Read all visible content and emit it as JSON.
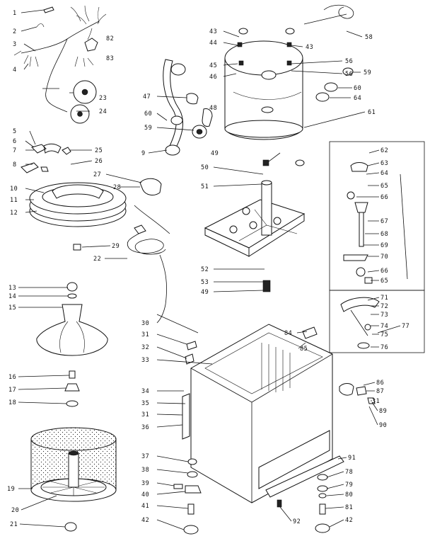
{
  "diagram": {
    "callouts": [
      {
        "id": "c1",
        "text": "1"
      },
      {
        "id": "c2",
        "text": "2"
      },
      {
        "id": "c3",
        "text": "3"
      },
      {
        "id": "c4",
        "text": "4"
      },
      {
        "id": "c5",
        "text": "5"
      },
      {
        "id": "c6",
        "text": "6"
      },
      {
        "id": "c7",
        "text": "7"
      },
      {
        "id": "c8",
        "text": "8"
      },
      {
        "id": "c9",
        "text": "9"
      },
      {
        "id": "c10",
        "text": "10"
      },
      {
        "id": "c11",
        "text": "11"
      },
      {
        "id": "c12",
        "text": "12"
      },
      {
        "id": "c13",
        "text": "13"
      },
      {
        "id": "c14",
        "text": "14"
      },
      {
        "id": "c15",
        "text": "15"
      },
      {
        "id": "c16",
        "text": "16"
      },
      {
        "id": "c17",
        "text": "17"
      },
      {
        "id": "c18",
        "text": "18"
      },
      {
        "id": "c19",
        "text": "19"
      },
      {
        "id": "c20",
        "text": "20"
      },
      {
        "id": "c21",
        "text": "21"
      },
      {
        "id": "c22",
        "text": "22"
      },
      {
        "id": "c23",
        "text": "23"
      },
      {
        "id": "c24",
        "text": "24"
      },
      {
        "id": "c25",
        "text": "25"
      },
      {
        "id": "c26",
        "text": "26"
      },
      {
        "id": "c27",
        "text": "27"
      },
      {
        "id": "c28",
        "text": "28"
      },
      {
        "id": "c29",
        "text": "29"
      },
      {
        "id": "c30",
        "text": "30"
      },
      {
        "id": "c31",
        "text": "31"
      },
      {
        "id": "c32",
        "text": "32"
      },
      {
        "id": "c33",
        "text": "33"
      },
      {
        "id": "c34",
        "text": "34"
      },
      {
        "id": "c35",
        "text": "35"
      },
      {
        "id": "c36",
        "text": "36"
      },
      {
        "id": "c37",
        "text": "37"
      },
      {
        "id": "c38",
        "text": "38"
      },
      {
        "id": "c39",
        "text": "39"
      },
      {
        "id": "c40",
        "text": "40"
      },
      {
        "id": "c41",
        "text": "41"
      },
      {
        "id": "c42",
        "text": "42"
      },
      {
        "id": "c43",
        "text": "43"
      },
      {
        "id": "c44",
        "text": "44"
      },
      {
        "id": "c45",
        "text": "45"
      },
      {
        "id": "c46",
        "text": "46"
      },
      {
        "id": "c47",
        "text": "47"
      },
      {
        "id": "c48",
        "text": "48"
      },
      {
        "id": "c49",
        "text": "49"
      },
      {
        "id": "c50",
        "text": "50"
      },
      {
        "id": "c51",
        "text": "51"
      },
      {
        "id": "c52",
        "text": "52"
      },
      {
        "id": "c53",
        "text": "53"
      },
      {
        "id": "c56",
        "text": "56"
      },
      {
        "id": "c58",
        "text": "58"
      },
      {
        "id": "c59",
        "text": "59"
      },
      {
        "id": "c60",
        "text": "60"
      },
      {
        "id": "c61",
        "text": "61"
      },
      {
        "id": "c62",
        "text": "62"
      },
      {
        "id": "c63",
        "text": "63"
      },
      {
        "id": "c64",
        "text": "64"
      },
      {
        "id": "c65",
        "text": "65"
      },
      {
        "id": "c66",
        "text": "66"
      },
      {
        "id": "c67",
        "text": "67"
      },
      {
        "id": "c68",
        "text": "68"
      },
      {
        "id": "c69",
        "text": "69"
      },
      {
        "id": "c70",
        "text": "70"
      },
      {
        "id": "c71",
        "text": "71"
      },
      {
        "id": "c72",
        "text": "72"
      },
      {
        "id": "c73",
        "text": "73"
      },
      {
        "id": "c74",
        "text": "74"
      },
      {
        "id": "c75",
        "text": "75"
      },
      {
        "id": "c76",
        "text": "76"
      },
      {
        "id": "c77",
        "text": "77"
      },
      {
        "id": "c78",
        "text": "78"
      },
      {
        "id": "c79",
        "text": "79"
      },
      {
        "id": "c80",
        "text": "80"
      },
      {
        "id": "c81",
        "text": "81"
      },
      {
        "id": "c82",
        "text": "82"
      },
      {
        "id": "c83",
        "text": "83"
      },
      {
        "id": "c84",
        "text": "84"
      },
      {
        "id": "c85",
        "text": "85"
      },
      {
        "id": "c86",
        "text": "86"
      },
      {
        "id": "c87",
        "text": "87"
      },
      {
        "id": "c89",
        "text": "89"
      },
      {
        "id": "c90",
        "text": "90"
      },
      {
        "id": "c91",
        "text": "91"
      },
      {
        "id": "c92",
        "text": "92"
      }
    ],
    "colors": {
      "ink": "#111111",
      "paper": "#ffffff"
    }
  }
}
